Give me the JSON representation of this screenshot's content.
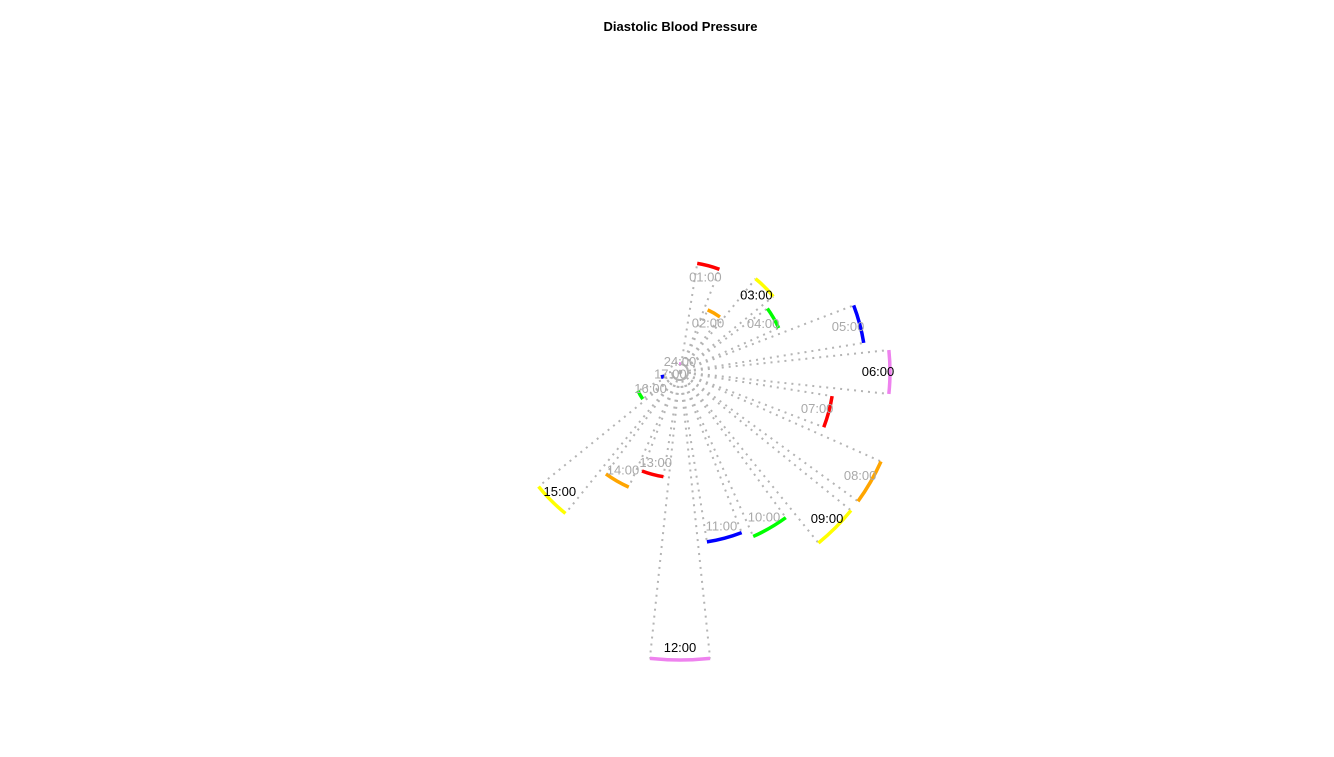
{
  "chart_data": {
    "type": "radial-arc",
    "title": "Diastolic Blood Pressure",
    "max_value": 100,
    "dimmed_label_color": "#a9a9a9",
    "major_label_color": "#000000",
    "ray_color": "#b4b4b4",
    "segments": [
      {
        "label": "01:00",
        "value": 55,
        "color": "#ff0000",
        "major": false
      },
      {
        "label": "02:00",
        "value": 34,
        "color": "#ffa500",
        "major": false
      },
      {
        "label": "03:00",
        "value": 60,
        "color": "#ffff00",
        "major": true
      },
      {
        "label": "04:00",
        "value": 54,
        "color": "#00ff00",
        "major": false
      },
      {
        "label": "05:00",
        "value": 93,
        "color": "#0000ff",
        "major": false
      },
      {
        "label": "06:00",
        "value": 105,
        "color": "#ee82ee",
        "major": true
      },
      {
        "label": "07:00",
        "value": 77,
        "color": "#ff0000",
        "major": false
      },
      {
        "label": "08:00",
        "value": 110,
        "color": "#ffa500",
        "major": false
      },
      {
        "label": "09:00",
        "value": 110,
        "color": "#ffff00",
        "major": true
      },
      {
        "label": "10:00",
        "value": 90,
        "color": "#00ff00",
        "major": false
      },
      {
        "label": "11:00",
        "value": 86,
        "color": "#0000ff",
        "major": false
      },
      {
        "label": "12:00",
        "value": 144,
        "color": "#ee82ee",
        "major": true
      },
      {
        "label": "13:00",
        "value": 53,
        "color": "#ff0000",
        "major": false
      },
      {
        "label": "14:00",
        "value": 63,
        "color": "#ffa500",
        "major": false
      },
      {
        "label": "15:00",
        "value": 91,
        "color": "#ffff00",
        "major": true
      },
      {
        "label": "16:00",
        "value": 23,
        "color": "#00ff00",
        "major": false
      },
      {
        "label": "17:00",
        "value": 9,
        "color": "#0000ff",
        "major": false
      },
      {
        "label": "24:00",
        "value": 4,
        "color": "#ee82ee",
        "major": false
      }
    ]
  }
}
